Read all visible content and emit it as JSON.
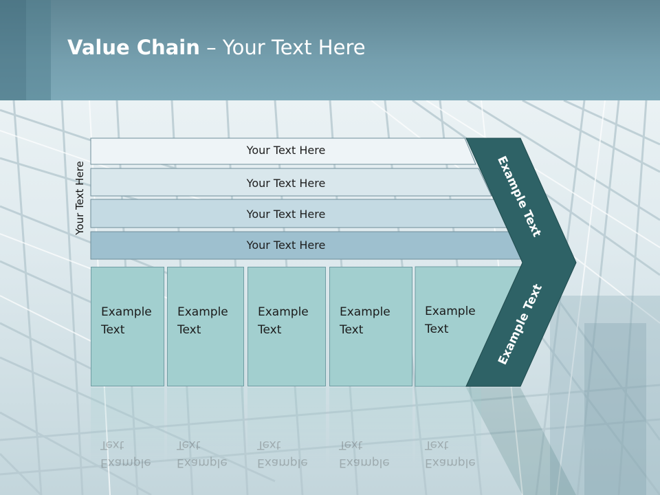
{
  "slide": {
    "title_bold": "Value Chain",
    "title_rest": " – Your Text Here",
    "vertical_label": "Your Text Here",
    "bars": [
      {
        "label": "Your Text Here"
      },
      {
        "label": "Your Text Here"
      },
      {
        "label": "Your Text Here"
      },
      {
        "label": "Your Text Here"
      }
    ],
    "boxes": [
      {
        "label": "Example\nText"
      },
      {
        "label": "Example\nText"
      },
      {
        "label": "Example\nText"
      },
      {
        "label": "Example\nText"
      },
      {
        "label": "Example\nText"
      }
    ],
    "chevron_top_label": "Example Text",
    "chevron_bottom_label": "Example Text",
    "colors": {
      "header": "#759fae",
      "bar_shades": [
        "#eef4f7",
        "#d9e7ec",
        "#c4dae3",
        "#9ec0cf"
      ],
      "box_fill": "#a2cfcf",
      "chevron": "#2e6266"
    }
  }
}
